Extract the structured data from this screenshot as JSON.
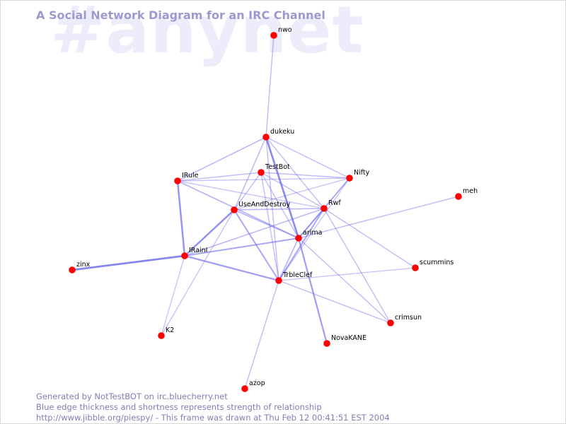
{
  "header": {
    "watermark": "#anynet",
    "title": "A Social Network Diagram for an IRC Channel"
  },
  "colors": {
    "node": "#ff0000",
    "edge": "#6a6aee",
    "title": "#9a9ad0",
    "watermark": "#ececfb",
    "footer": "#7f7fb6"
  },
  "graph": {
    "nodes": [
      {
        "id": "nwo",
        "label": "nwo"
      },
      {
        "id": "dukeku",
        "label": "dukeku"
      },
      {
        "id": "TestBot",
        "label": "TestBot"
      },
      {
        "id": "Nifty",
        "label": "Nifty"
      },
      {
        "id": "IRule",
        "label": "IRule"
      },
      {
        "id": "meh",
        "label": "meh"
      },
      {
        "id": "UseAndDestroy",
        "label": "UseAndDestroy"
      },
      {
        "id": "Rwf",
        "label": "Rwf"
      },
      {
        "id": "arima",
        "label": "arima"
      },
      {
        "id": "IRainI",
        "label": "IRainI"
      },
      {
        "id": "zinx",
        "label": "zinx"
      },
      {
        "id": "scummins",
        "label": "scummins"
      },
      {
        "id": "TrbleClef",
        "label": "TrbleClef"
      },
      {
        "id": "crimsun",
        "label": "crimsun"
      },
      {
        "id": "K2",
        "label": "K2"
      },
      {
        "id": "NovaKANE",
        "label": "NovaKANE"
      },
      {
        "id": "azop",
        "label": "azop"
      }
    ],
    "edges": [
      {
        "source": "nwo",
        "target": "dukeku",
        "strength": 0.25
      },
      {
        "source": "dukeku",
        "target": "IRule",
        "strength": 0.3
      },
      {
        "source": "dukeku",
        "target": "UseAndDestroy",
        "strength": 0.3
      },
      {
        "source": "dukeku",
        "target": "arima",
        "strength": 0.8
      },
      {
        "source": "dukeku",
        "target": "Rwf",
        "strength": 0.25
      },
      {
        "source": "dukeku",
        "target": "TrbleClef",
        "strength": 0.25
      },
      {
        "source": "dukeku",
        "target": "Nifty",
        "strength": 0.25
      },
      {
        "source": "TestBot",
        "target": "IRule",
        "strength": 0.25
      },
      {
        "source": "TestBot",
        "target": "Nifty",
        "strength": 0.25
      },
      {
        "source": "TestBot",
        "target": "Rwf",
        "strength": 0.25
      },
      {
        "source": "TestBot",
        "target": "UseAndDestroy",
        "strength": 0.25
      },
      {
        "source": "TestBot",
        "target": "TrbleClef",
        "strength": 0.25
      },
      {
        "source": "TestBot",
        "target": "arima",
        "strength": 0.25
      },
      {
        "source": "IRule",
        "target": "Nifty",
        "strength": 0.2
      },
      {
        "source": "IRule",
        "target": "IRainI",
        "strength": 0.7
      },
      {
        "source": "IRule",
        "target": "arima",
        "strength": 0.35
      },
      {
        "source": "IRule",
        "target": "Rwf",
        "strength": 0.2
      },
      {
        "source": "UseAndDestroy",
        "target": "IRainI",
        "strength": 0.75
      },
      {
        "source": "UseAndDestroy",
        "target": "Rwf",
        "strength": 0.3
      },
      {
        "source": "UseAndDestroy",
        "target": "TrbleClef",
        "strength": 0.5
      },
      {
        "source": "UseAndDestroy",
        "target": "arima",
        "strength": 0.35
      },
      {
        "source": "UseAndDestroy",
        "target": "Nifty",
        "strength": 0.2
      },
      {
        "source": "UseAndDestroy",
        "target": "K2",
        "strength": 0.2
      },
      {
        "source": "Rwf",
        "target": "arima",
        "strength": 0.5
      },
      {
        "source": "Rwf",
        "target": "TrbleClef",
        "strength": 0.5
      },
      {
        "source": "Rwf",
        "target": "IRainI",
        "strength": 0.3
      },
      {
        "source": "Rwf",
        "target": "scummins",
        "strength": 0.25
      },
      {
        "source": "Rwf",
        "target": "crimsun",
        "strength": 0.25
      },
      {
        "source": "Rwf",
        "target": "Nifty",
        "strength": 0.25
      },
      {
        "source": "arima",
        "target": "IRainI",
        "strength": 0.5
      },
      {
        "source": "arima",
        "target": "TrbleClef",
        "strength": 0.35
      },
      {
        "source": "arima",
        "target": "NovaKANE",
        "strength": 0.6
      },
      {
        "source": "arima",
        "target": "meh",
        "strength": 0.25
      },
      {
        "source": "arima",
        "target": "crimsun",
        "strength": 0.25
      },
      {
        "source": "arima",
        "target": "Nifty",
        "strength": 0.25
      },
      {
        "source": "IRainI",
        "target": "zinx",
        "strength": 0.85
      },
      {
        "source": "IRainI",
        "target": "TrbleClef",
        "strength": 0.6
      },
      {
        "source": "IRainI",
        "target": "K2",
        "strength": 0.2
      },
      {
        "source": "TrbleClef",
        "target": "scummins",
        "strength": 0.2
      },
      {
        "source": "TrbleClef",
        "target": "crimsun",
        "strength": 0.25
      },
      {
        "source": "TrbleClef",
        "target": "azop",
        "strength": 0.25
      },
      {
        "source": "TrbleClef",
        "target": "Nifty",
        "strength": 0.2
      }
    ]
  },
  "footer": {
    "line1": "Generated by NotTestBOT on irc.bluecherry.net",
    "line2": "Blue edge thickness and shortness represents strength of relationship",
    "line3": "http://www.jibble.org/piespy/ - This frame was drawn at Thu Feb 12 00:41:51 EST 2004"
  }
}
